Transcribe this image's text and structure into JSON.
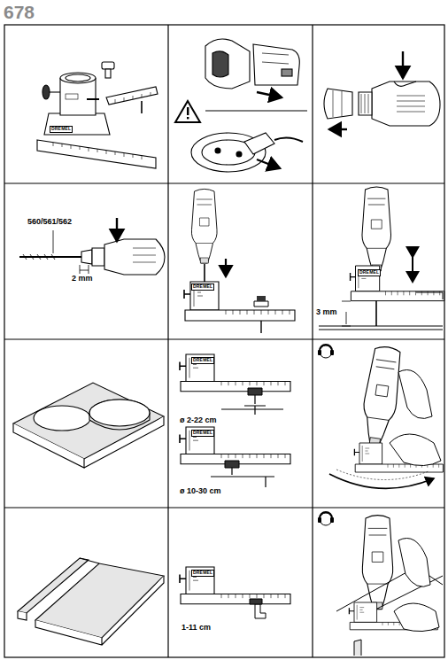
{
  "diagram": {
    "title": "678",
    "labels": [
      "560/561/562",
      "2 mm",
      "3 mm",
      "ø 2-22 cm",
      "ø 10-30 cm",
      "1-11 cm",
      "DREMEL",
      "DREMEL",
      "DREMEL",
      "DREMEL",
      "DREMEL",
      "DREMEL"
    ]
  }
}
